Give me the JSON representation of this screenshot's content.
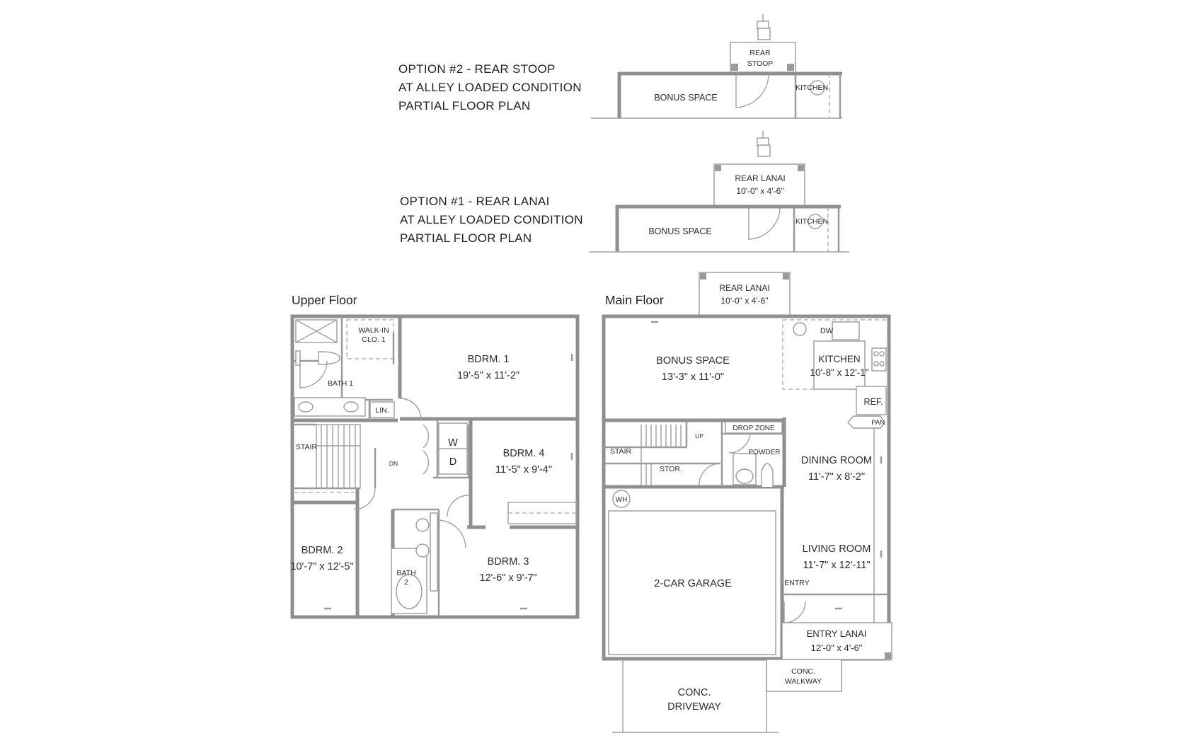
{
  "captions": {
    "option2": [
      "OPTION #2 - REAR STOOP",
      "AT ALLEY LOADED CONDITION",
      "PARTIAL FLOOR PLAN"
    ],
    "option1": [
      "OPTION #1 - REAR LANAI",
      "AT ALLEY LOADED CONDITION",
      "PARTIAL FLOOR PLAN"
    ]
  },
  "floors": {
    "upper": "Upper Floor",
    "main": "Main Floor"
  },
  "option2_plan": {
    "rear_stoop": [
      "REAR",
      "STOOP"
    ],
    "bonus_space": "BONUS SPACE",
    "kitchen": "KITCHEN"
  },
  "option1_plan": {
    "rear_lanai": "REAR LANAI",
    "rear_lanai_dim": "10'-0\" x 4'-6\"",
    "bonus_space": "BONUS SPACE",
    "kitchen": "KITCHEN"
  },
  "upper": {
    "walk_in": [
      "WALK-IN",
      "CLO. 1"
    ],
    "bath1": "BATH 1",
    "lin": "LIN.",
    "stair": "STAIR",
    "dn": "DN",
    "bdrm1": "BDRM. 1",
    "bdrm1_dim": "19'-5\" x 11'-2\"",
    "w": "W",
    "d": "D",
    "bdrm4": "BDRM. 4",
    "bdrm4_dim": "11'-5\" x 9'-4\"",
    "bdrm2": "BDRM. 2",
    "bdrm2_dim": "10'-7\" x 12'-5\"",
    "bath2": [
      "BATH",
      "2"
    ],
    "bdrm3": "BDRM. 3",
    "bdrm3_dim": "12'-6\" x 9'-7\""
  },
  "main": {
    "rear_lanai": "REAR LANAI",
    "rear_lanai_dim": "10'-0\" x 4'-6\"",
    "bonus_space": "BONUS SPACE",
    "bonus_space_dim": "13'-3\" x 11'-0\"",
    "dw": "DW",
    "kitchen": "KITCHEN",
    "kitchen_dim": "10'-8\" x 12'-1\"",
    "ref": "REF.",
    "pan": "PAN.",
    "stair": "STAIR",
    "up": "UP",
    "stor": "STOR.",
    "drop_zone": "DROP ZONE",
    "powder": "POWDER",
    "dining_room": "DINING ROOM",
    "dining_room_dim": "11'-7\" x 8'-2\"",
    "wh": "WH",
    "garage": "2-CAR GARAGE",
    "living_room": "LIVING ROOM",
    "living_room_dim": "11'-7\" x 12'-11\"",
    "entry": "ENTRY",
    "entry_lanai": "ENTRY LANAI",
    "entry_lanai_dim": "12'-0\" x 4'-6\"",
    "conc_walkway": [
      "CONC.",
      "WALKWAY"
    ],
    "conc_driveway": [
      "CONC.",
      "DRIVEWAY"
    ]
  }
}
